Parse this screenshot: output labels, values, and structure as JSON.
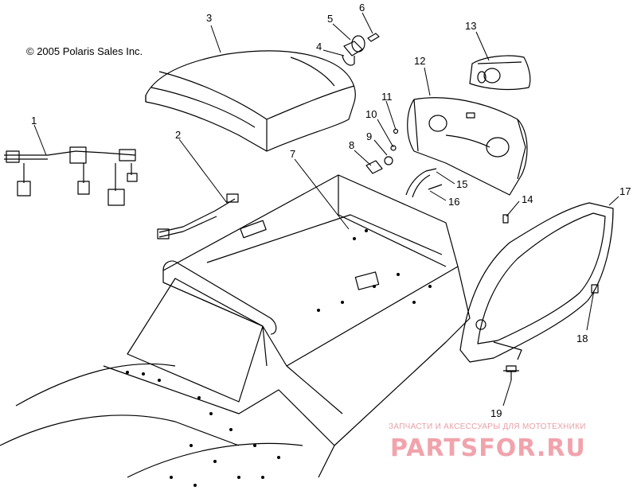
{
  "copyright": "© 2005 Polaris Sales Inc.",
  "callouts": [
    "1",
    "2",
    "3",
    "4",
    "5",
    "6",
    "7",
    "8",
    "9",
    "10",
    "11",
    "12",
    "13",
    "14",
    "15",
    "16",
    "17",
    "18",
    "19"
  ],
  "watermark": {
    "tagline": "ЗАПЧАСТИ И АКСЕССУАРЫ ДЛЯ МОТОТЕХНИКИ",
    "logo": "PARTSFOR.RU"
  },
  "colors": {
    "line": "#000000",
    "watermark": "#f1a3ac"
  }
}
